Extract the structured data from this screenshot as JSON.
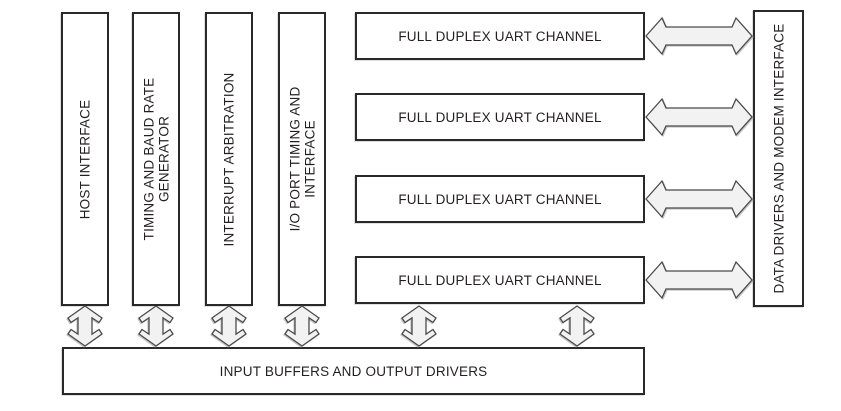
{
  "diagram": {
    "type": "block-diagram",
    "blocks": {
      "left_columns": [
        {
          "id": "host-interface",
          "label": "HOST INTERFACE"
        },
        {
          "id": "timing-baud-rate-generator",
          "label": "TIMING AND BAUD RATE\nGENERATOR"
        },
        {
          "id": "interrupt-arbitration",
          "label": "INTERRUPT ARBITRATION"
        },
        {
          "id": "io-port-timing-interface",
          "label": "I/O PORT TIMING AND\nINTERFACE"
        }
      ],
      "uart_channels": [
        {
          "id": "uart-channel-1",
          "label": "FULL DUPLEX UART CHANNEL"
        },
        {
          "id": "uart-channel-2",
          "label": "FULL DUPLEX UART CHANNEL"
        },
        {
          "id": "uart-channel-3",
          "label": "FULL DUPLEX UART CHANNEL"
        },
        {
          "id": "uart-channel-4",
          "label": "FULL DUPLEX UART CHANNEL"
        }
      ],
      "right_column": {
        "id": "data-drivers-modem-interface",
        "label": "DATA DRIVERS AND MODEM INTERFACE"
      },
      "bottom_bar": {
        "id": "input-buffers-output-drivers",
        "label": "INPUT BUFFERS AND OUTPUT DRIVERS"
      }
    },
    "connections": [
      {
        "from": "HOST INTERFACE",
        "to": "INPUT BUFFERS AND OUTPUT DRIVERS",
        "type": "bidirectional"
      },
      {
        "from": "TIMING AND BAUD RATE GENERATOR",
        "to": "INPUT BUFFERS AND OUTPUT DRIVERS",
        "type": "bidirectional"
      },
      {
        "from": "INTERRUPT ARBITRATION",
        "to": "INPUT BUFFERS AND OUTPUT DRIVERS",
        "type": "bidirectional"
      },
      {
        "from": "I/O PORT TIMING AND INTERFACE",
        "to": "INPUT BUFFERS AND OUTPUT DRIVERS",
        "type": "bidirectional"
      },
      {
        "from": "FULL DUPLEX UART CHANNEL 1",
        "to": "DATA DRIVERS AND MODEM INTERFACE",
        "type": "bidirectional"
      },
      {
        "from": "FULL DUPLEX UART CHANNEL 2",
        "to": "DATA DRIVERS AND MODEM INTERFACE",
        "type": "bidirectional"
      },
      {
        "from": "FULL DUPLEX UART CHANNEL 3",
        "to": "DATA DRIVERS AND MODEM INTERFACE",
        "type": "bidirectional"
      },
      {
        "from": "FULL DUPLEX UART CHANNEL 4",
        "to": "DATA DRIVERS AND MODEM INTERFACE",
        "type": "bidirectional"
      },
      {
        "from": "FULL DUPLEX UART CHANNEL 4",
        "to": "INPUT BUFFERS AND OUTPUT DRIVERS",
        "type": "bidirectional"
      },
      {
        "from": "FULL DUPLEX UART CHANNEL 4",
        "to": "INPUT BUFFERS AND OUTPUT DRIVERS",
        "type": "bidirectional"
      }
    ],
    "colors": {
      "background": "#ffffff",
      "block_border": "#2b2829",
      "text": "#231f20",
      "arrow_fill": "#f2f2f3",
      "arrow_stroke": "#4a4a4c"
    }
  }
}
